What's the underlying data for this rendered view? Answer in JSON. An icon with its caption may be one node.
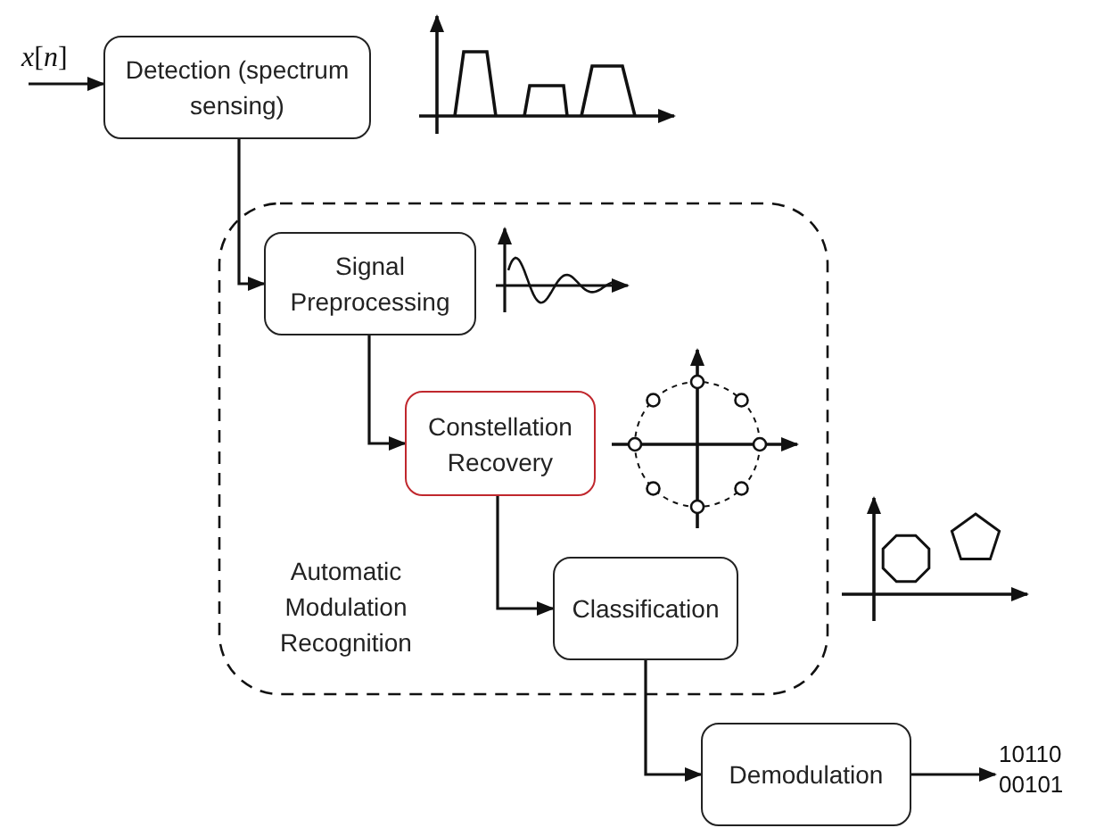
{
  "diagram": {
    "nodes": [
      {
        "text": [
          "*x*[*n*]"
        ]
      },
      {
        "text": [
          "Detection (spectrum sensing)"
        ]
      },
      {
        "text": [
          "Automatic Modulation Recognition"
        ]
      },
      {
        "text": [
          "Signal Preprocessing"
        ],
        "in": 2
      },
      {
        "text": [
          "Constellation Recovery"
        ],
        "in": 2
      },
      {
        "text": [
          "Classification"
        ],
        "in": 2
      },
      {
        "text": [
          "Demodulation"
        ]
      },
      {
        "text": [
          "10110 00101"
        ]
      }
    ],
    "edges": [
      {
        "from": 0,
        "to": 1,
        "arrow": "to"
      },
      {
        "from": 1,
        "to": 3,
        "arrow": "to"
      },
      {
        "from": 3,
        "to": 4,
        "arrow": "to"
      },
      {
        "from": 4,
        "to": 5,
        "arrow": "to"
      },
      {
        "from": 5,
        "to": 6,
        "arrow": "to"
      },
      {
        "from": 6,
        "to": 7,
        "arrow": "to"
      }
    ]
  }
}
